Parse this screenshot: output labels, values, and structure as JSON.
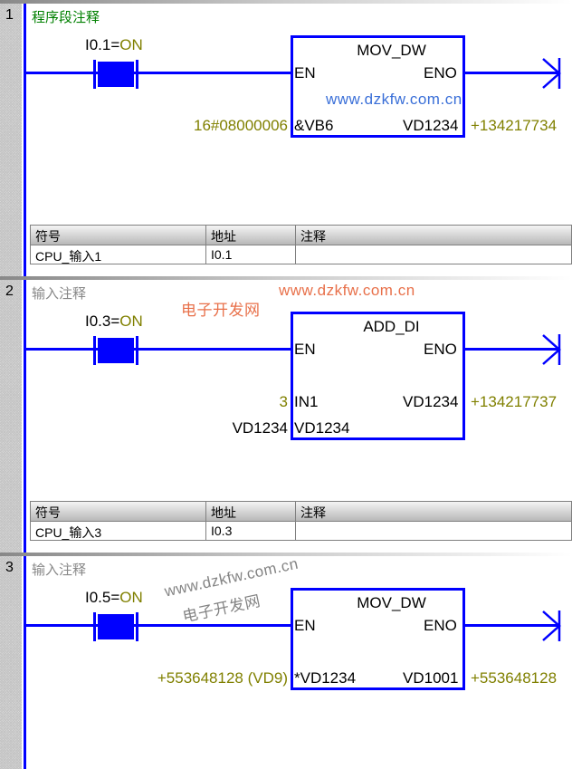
{
  "networks": [
    {
      "number": "1",
      "comment": "程序段注释",
      "contact": {
        "address": "I0.1",
        "state": "ON"
      },
      "box": {
        "title": "MOV_DW",
        "en": "EN",
        "eno": "ENO",
        "in1_pin": "&VB6",
        "in1_value": "16#08000006",
        "out_pin": "VD1234",
        "out_value": "+134217734"
      },
      "table": {
        "headers": [
          "符号",
          "地址",
          "注释"
        ],
        "row": [
          "CPU_输入1",
          "I0.1",
          ""
        ]
      }
    },
    {
      "number": "2",
      "comment": "输入注释",
      "contact": {
        "address": "I0.3",
        "state": "ON"
      },
      "box": {
        "title": "ADD_DI",
        "en": "EN",
        "eno": "ENO",
        "in1_pin": "IN1",
        "in1_value": "3",
        "in2_pin": "VD1234",
        "in2_value": "VD1234",
        "out_pin": "VD1234",
        "out_value": "+134217737"
      },
      "table": {
        "headers": [
          "符号",
          "地址",
          "注释"
        ],
        "row": [
          "CPU_输入3",
          "I0.3",
          ""
        ]
      }
    },
    {
      "number": "3",
      "comment": "输入注释",
      "contact": {
        "address": "I0.5",
        "state": "ON"
      },
      "box": {
        "title": "MOV_DW",
        "en": "EN",
        "eno": "ENO",
        "in1_pin": "*VD1234",
        "in1_value": "+553648128 (VD9)",
        "out_pin": "VD1001",
        "out_value": "+553648128"
      }
    }
  ],
  "watermarks": {
    "url": "www.dzkfw.com.cn",
    "name": "电子开发网"
  }
}
